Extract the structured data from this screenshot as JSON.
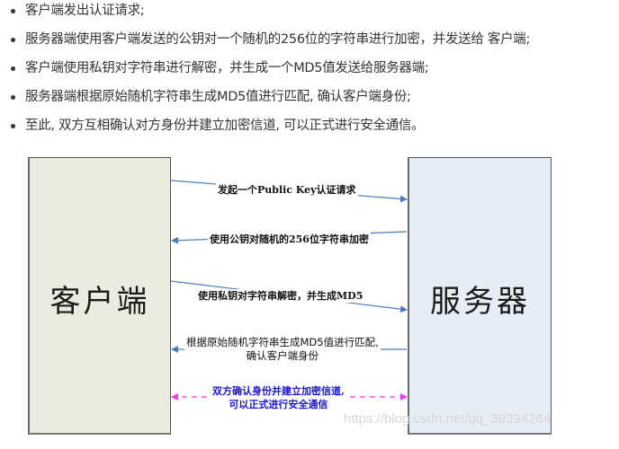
{
  "steps": [
    "客户端发出认证请求;",
    "服务器端使用客户端发送的公钥对一个随机的256位的字符串进行加密，并发送给 客户端;",
    "客户端使用私钥对字符串进行解密，并生成一个MD5值发送给服务器端;",
    "服务器端根据原始随机字符串生成MD5值进行匹配, 确认客户端身份;",
    "至此, 双方互相确认对方身份并建立加密信道, 可以正式进行安全通信。"
  ],
  "diagram": {
    "client_label": "客户端",
    "server_label": "服务器",
    "messages": [
      {
        "text": "发起一个Public Key认证请求",
        "direction": "client-to-server"
      },
      {
        "text": "使用公钥对随机的256位字符串加密",
        "direction": "server-to-client"
      },
      {
        "text": "使用私钥对字符串解密，并生成MD5",
        "direction": "client-to-server"
      },
      {
        "line1": "根据原始随机字符串生成MD5值进行匹配,",
        "line2": "确认客户端身份",
        "direction": "server-to-client"
      },
      {
        "line1": "双方确认身份并建立加密信道,",
        "line2": "可以正式进行安全通信",
        "direction": "bidirectional"
      }
    ],
    "colors": {
      "client_fill": "#ebebe0",
      "server_fill": "#e6edf6",
      "arrow": "#4a7ac4",
      "dashed_arrow": "#ff33ff",
      "final_text": "#1a14d6"
    }
  },
  "watermark": "https://blog.csdn.net/qq_39394264"
}
